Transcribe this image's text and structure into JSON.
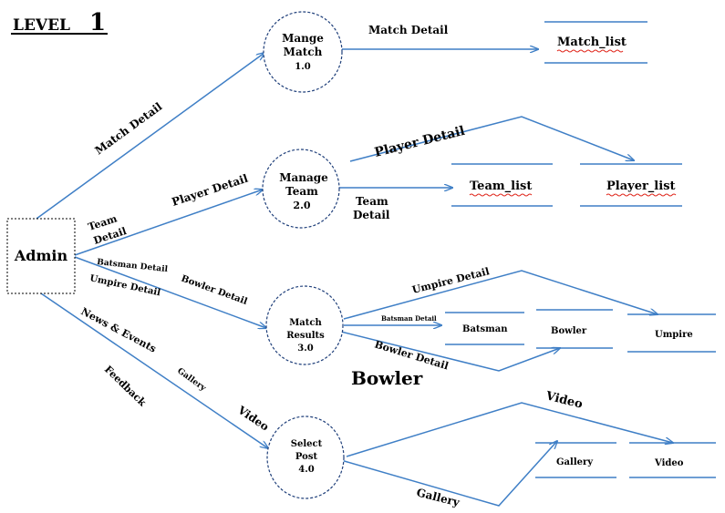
{
  "title": {
    "word": "LEVEL",
    "number": "1"
  },
  "entity": {
    "label": "Admin"
  },
  "processes": [
    {
      "id": "p1",
      "lines": [
        "Mange",
        "Match",
        "1.0"
      ]
    },
    {
      "id": "p2",
      "lines": [
        "Manage",
        "Team",
        "2.0"
      ]
    },
    {
      "id": "p3",
      "lines": [
        "Match",
        "Results",
        "3.0"
      ]
    },
    {
      "id": "p4",
      "lines": [
        "Select",
        "Post",
        "4.0"
      ]
    }
  ],
  "stores": {
    "match_list": "Match_list",
    "team_list": "Team_list",
    "player_list": "Player_list",
    "batsman": "Batsman",
    "bowler": "Bowler",
    "umpire": "Umpire",
    "gallery": "Gallery",
    "video": "Video"
  },
  "flows": {
    "admin_match": "Match Detail",
    "admin_player": "Player Detail",
    "admin_team_1": "Team",
    "admin_team_2": "Detail",
    "admin_batsman": "Batsman Detail",
    "admin_bowler": "Bowler Detail",
    "admin_umpire": "Umpire Detail",
    "admin_news": "News & Events",
    "admin_gallery": "Gallery",
    "admin_feedback": "Feedback",
    "admin_video": "Video",
    "p1_match": "Match Detail",
    "p2_player": "Player Detail",
    "p2_team_1": "Team",
    "p2_team_2": "Detail",
    "p3_umpire": "Umpire Detail",
    "p3_batsman": "Batsman Detail",
    "p3_bowler": "Bowler Detail",
    "p4_video": "Video",
    "p4_gallery": "Gallery"
  },
  "annotation": "Bowler"
}
